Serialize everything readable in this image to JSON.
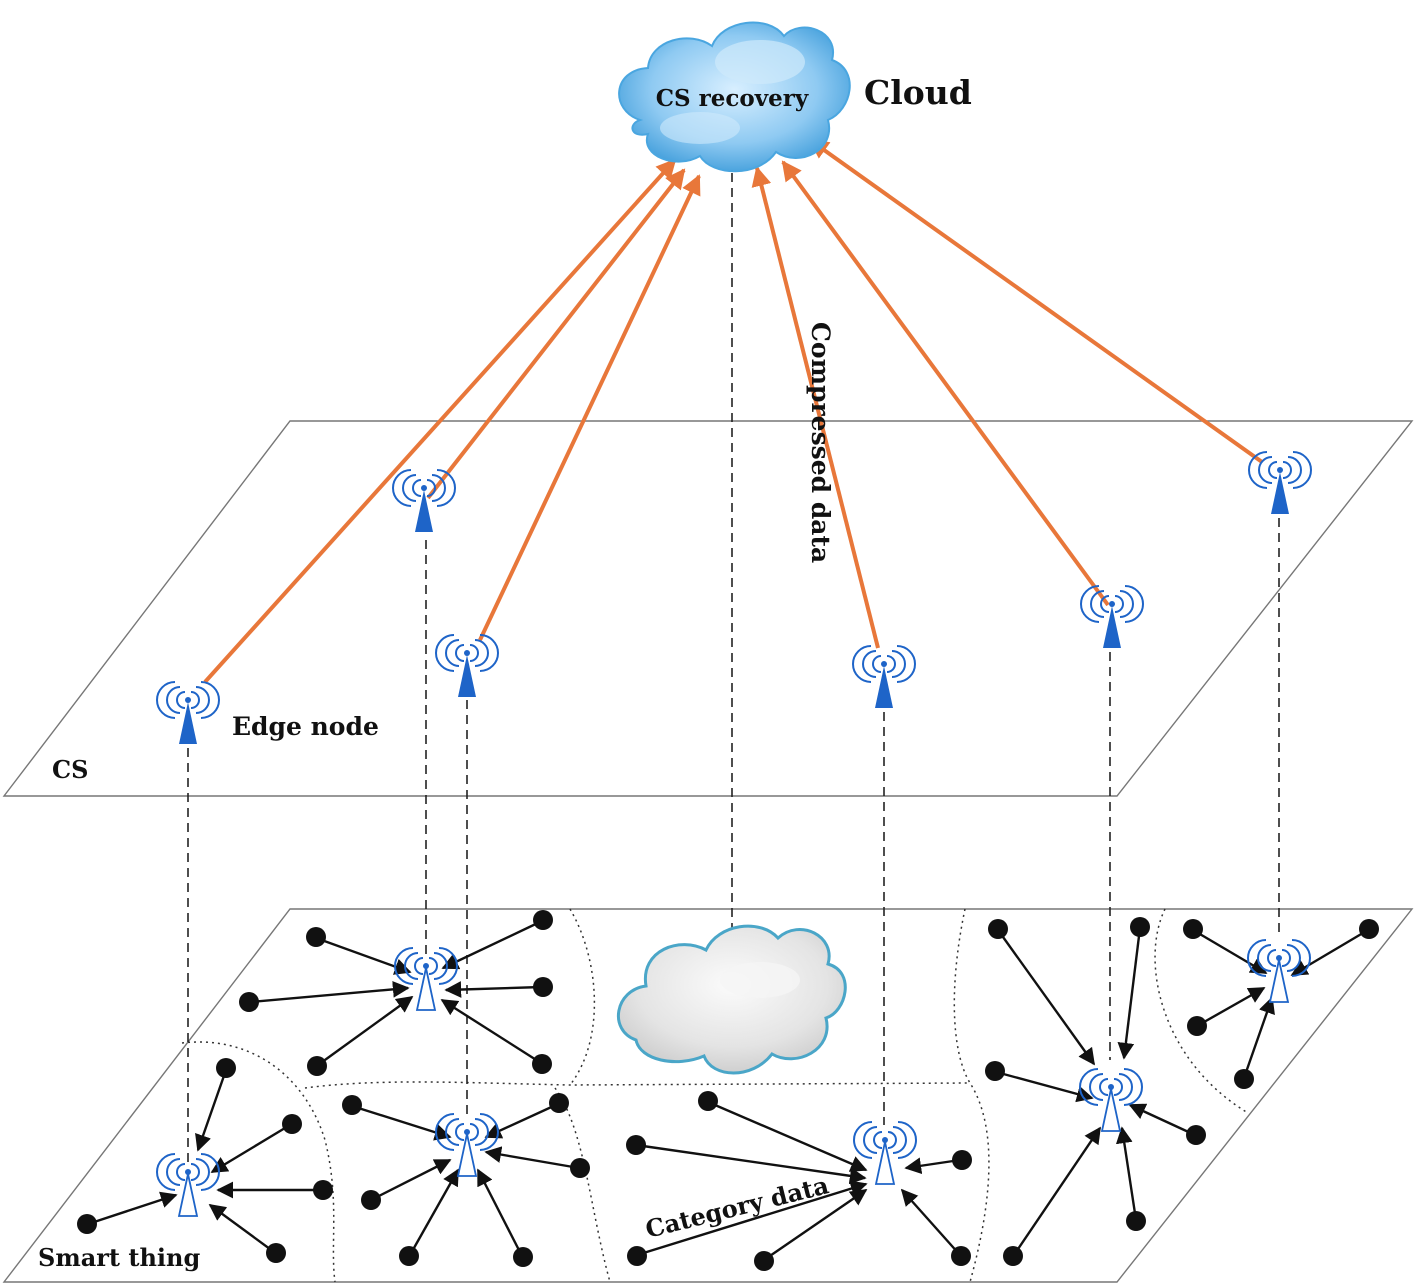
{
  "labels": {
    "cloud_title": "Cloud",
    "cloud_center": "CS recovery",
    "compressed_data": "Compressed data",
    "edge_node": "Edge node",
    "cs_plane": "CS",
    "category_data": "Category data",
    "smart_thing": "Smart thing"
  },
  "colors": {
    "uplink": "#e8773a",
    "tower": "#1e64c8",
    "plane_border": "#777777",
    "cloud_blue": "#3a9ad9",
    "cloud_gray": "#d6d6d6",
    "node": "#111111"
  },
  "icons": {
    "edge_tower": "antenna-tower-icon",
    "smart_thing": "black-dot-icon",
    "cloud": "cloud-icon"
  }
}
